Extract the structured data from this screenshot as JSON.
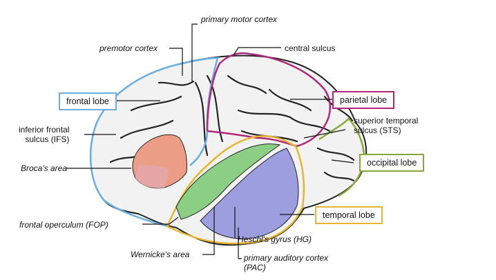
{
  "colors": {
    "frontal": "#6aaee0",
    "parietal": "#b0267a",
    "occipital": "#86a83a",
    "temporal": "#e6b530",
    "broca": "#ec9d86",
    "fop_broca_overlap": "#e6a6a8",
    "fop": "#8fd58a",
    "sts_green": "#8ccf84",
    "pac": "#9c9ee0",
    "brain_fill": "#f2f2f2",
    "outline": "#222222"
  },
  "labels": {
    "primary_motor_cortex": "primary motor cortex",
    "premotor_cortex": "premotor cortex",
    "central_sulcus": "central sulcus",
    "frontal_lobe": "frontal lobe",
    "parietal_lobe": "parietal lobe",
    "inferior_frontal_sulcus": [
      "inferior frontal",
      "sulcus (IFS)"
    ],
    "superior_temporal_sulcus": [
      "superior temporal",
      "sulcus (STS)"
    ],
    "brocas_area": "Broca's area",
    "occipital_lobe": "occipital lobe",
    "temporal_lobe": "temporal lobe",
    "frontal_operculum": "frontal operculum (FOP)",
    "heschls_gyrus": "Heschl's gyrus (HG)",
    "wernickes_area": "Wernicke's area",
    "primary_auditory_cortex": [
      "primary auditory cortex",
      "(PAC)"
    ]
  }
}
